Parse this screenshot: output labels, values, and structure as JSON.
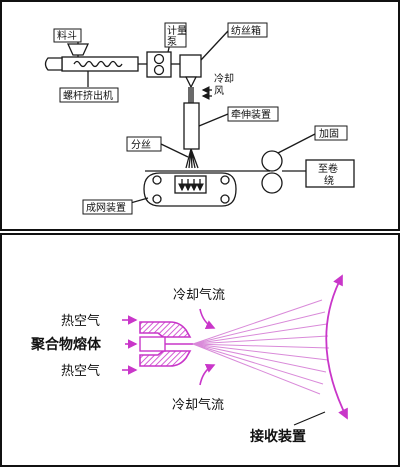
{
  "top": {
    "hopper": "料斗",
    "extruder": "螺杆挤出机",
    "metering_pump_l1": "计量",
    "metering_pump_l2": "泵",
    "spin_box": "纺丝箱",
    "cooling_l1": "冷却",
    "cooling_l2": "风",
    "drawing_device": "牵伸装置",
    "splitter": "分丝",
    "web_forming": "成网装置",
    "reinforce": "加固",
    "winding_l1": "至卷",
    "winding_l2": "绕"
  },
  "bottom": {
    "hot_air_top": "热空气",
    "polymer_melt": "聚合物熔体",
    "hot_air_bottom": "热空气",
    "cooling_air_top": "冷却气流",
    "cooling_air_bottom": "冷却气流",
    "collector": "接收装置"
  },
  "colors": {
    "line": "#1a1a1a",
    "accent": "#c936c9",
    "frame": "#111111"
  }
}
